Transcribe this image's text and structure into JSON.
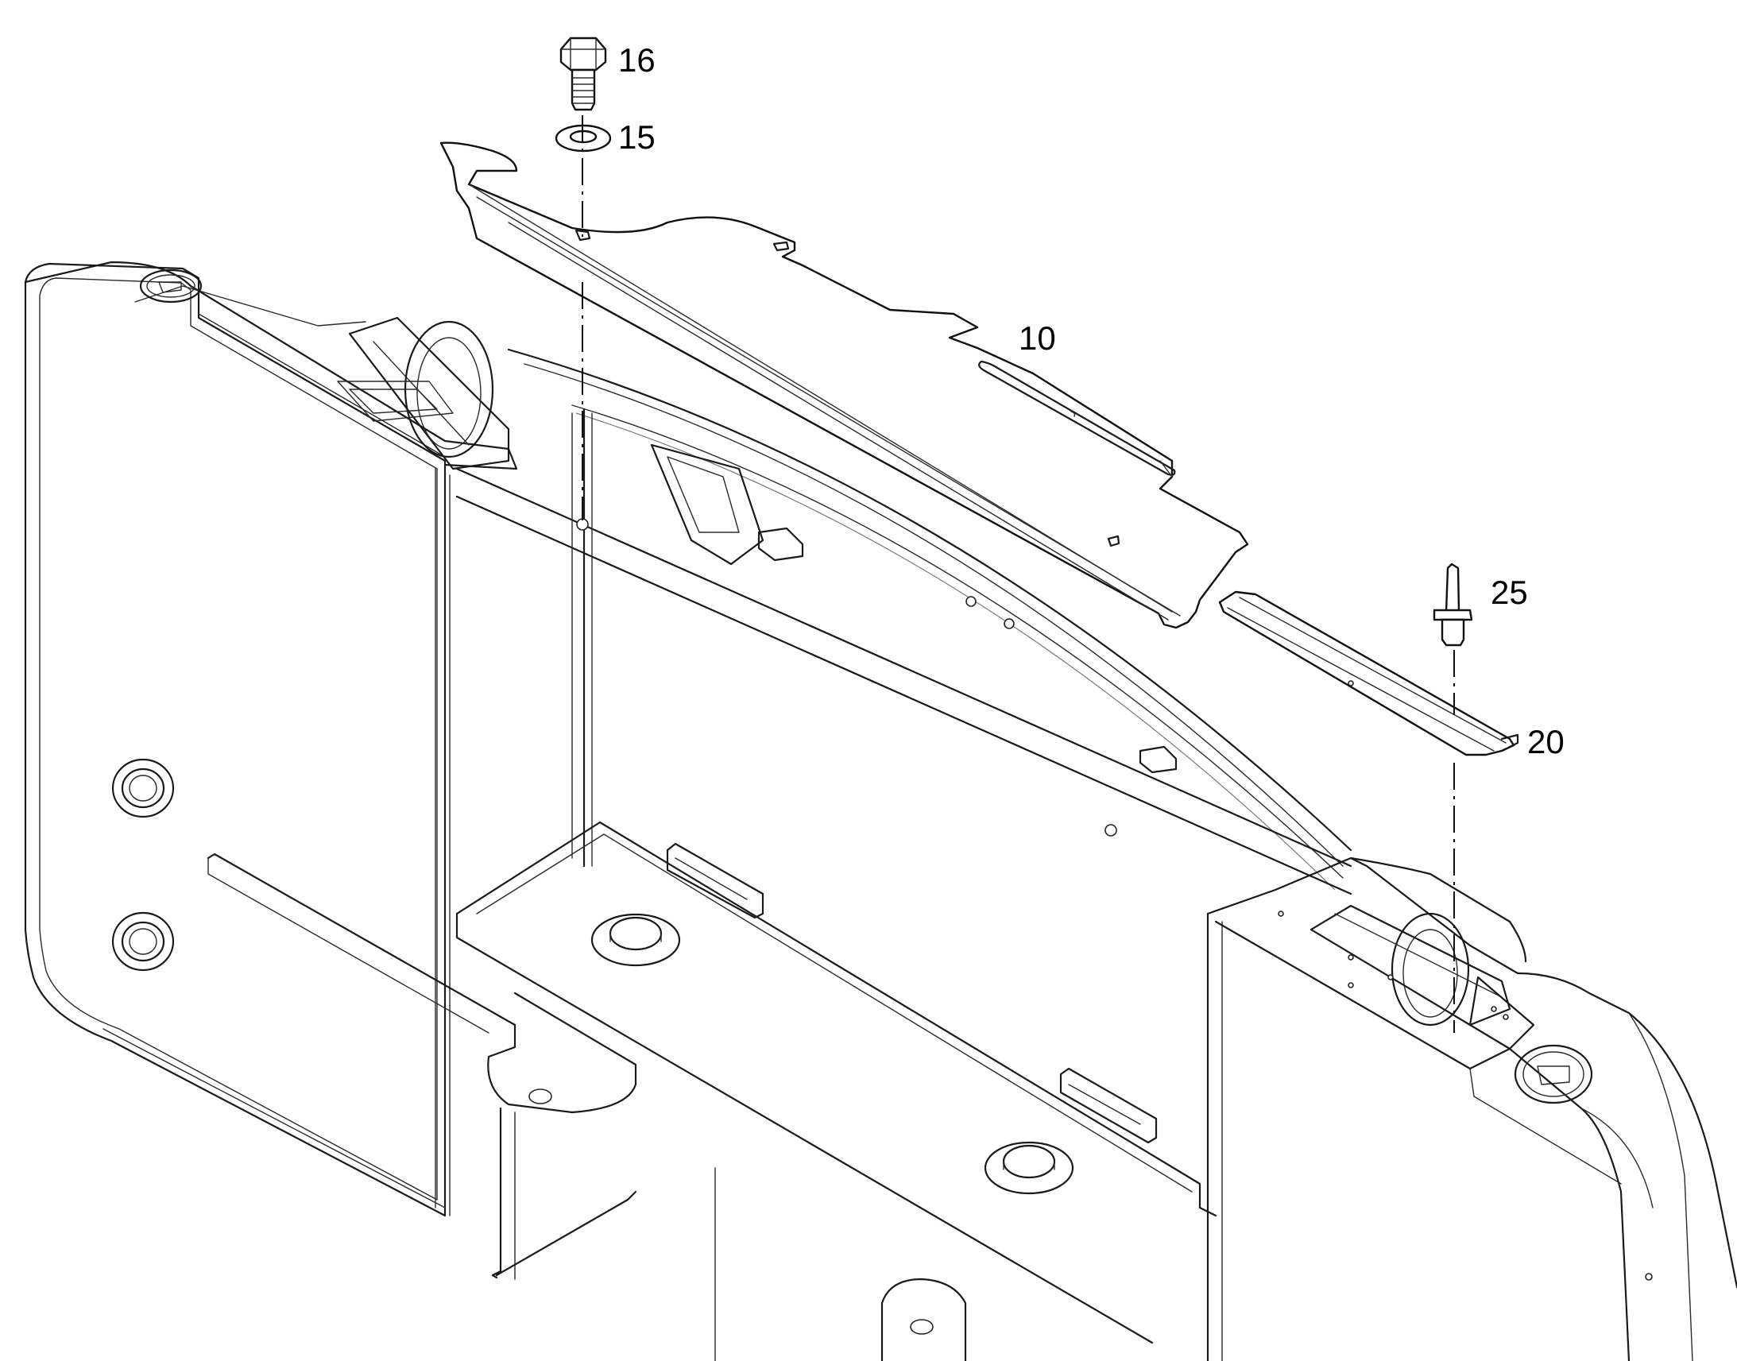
{
  "callouts": {
    "c16": "16",
    "c15": "15",
    "c10": "10",
    "c25": "25",
    "c20": "20"
  },
  "colors": {
    "line": "#1a1a1a",
    "background": "#ffffff"
  }
}
